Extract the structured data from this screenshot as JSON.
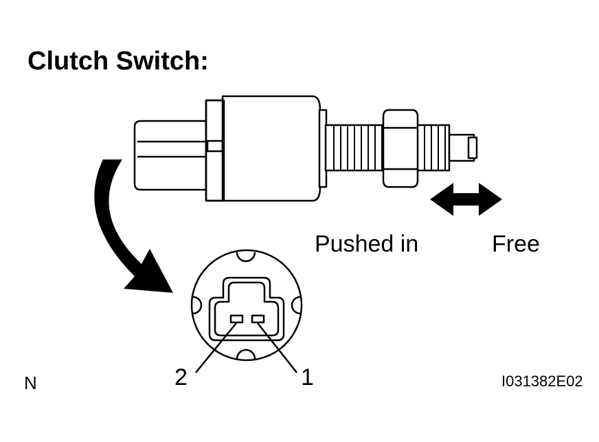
{
  "title": "Clutch Switch:",
  "plunger_states": {
    "pushed_in": "Pushed in",
    "free": "Free"
  },
  "connector_pins": {
    "pin_2": "2",
    "pin_1": "1"
  },
  "orientation_label": "N",
  "figure_id": "I031382E02"
}
